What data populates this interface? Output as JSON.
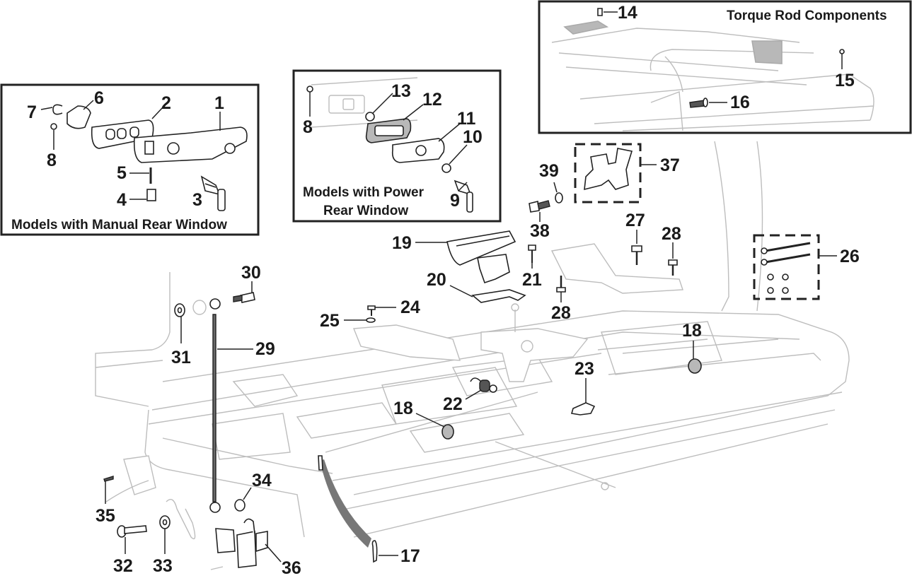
{
  "diagram": {
    "title": "Tailgate Assembly Exploded View",
    "insets": {
      "manual": {
        "caption": "Models with Manual Rear Window"
      },
      "power": {
        "caption_line1": "Models with Power",
        "caption_line2": "Rear Window"
      },
      "torque": {
        "caption": "Torque Rod Components"
      }
    },
    "callouts": {
      "c1": "1",
      "c2": "2",
      "c3": "3",
      "c4": "4",
      "c5": "5",
      "c6": "6",
      "c7": "7",
      "c8a": "8",
      "c8b": "8",
      "c9": "9",
      "c10": "10",
      "c11": "11",
      "c12": "12",
      "c13": "13",
      "c14": "14",
      "c15": "15",
      "c16": "16",
      "c17": "17",
      "c18a": "18",
      "c18b": "18",
      "c19": "19",
      "c20": "20",
      "c21": "21",
      "c22": "22",
      "c23": "23",
      "c24": "24",
      "c25": "25",
      "c26": "26",
      "c27": "27",
      "c28a": "28",
      "c28b": "28",
      "c29": "29",
      "c30": "30",
      "c31": "31",
      "c32": "32",
      "c33": "33",
      "c34": "34",
      "c35": "35",
      "c36": "36",
      "c37": "37",
      "c38": "38",
      "c39": "39"
    }
  }
}
